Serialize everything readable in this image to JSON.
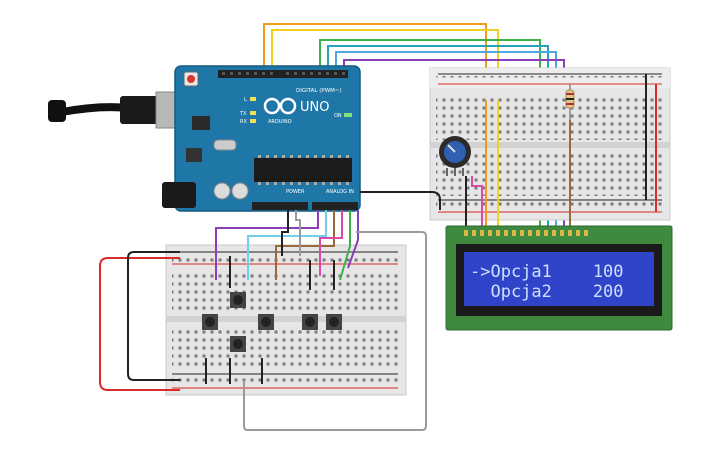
{
  "arduino": {
    "brand": "UNO",
    "logo_text": "ARDUINO",
    "digital_header": "DIGITAL (PWM~)",
    "power_label": "POWER",
    "analog_label": "ANALOG IN",
    "label_l": "L",
    "label_tx": "TX",
    "label_rx": "RX",
    "label_on": "ON"
  },
  "lcd": {
    "line1": "->Opcja1    100",
    "line2": "  Opcja2    200",
    "colors": {
      "board": "#3f8a3f",
      "screen": "#2f44c8",
      "text": "#cfe0ff"
    }
  },
  "colors": {
    "wire_orange": "#f39a16",
    "wire_yellow": "#f2cf1f",
    "wire_green": "#3cb24a",
    "wire_teal": "#27a3b8",
    "wire_blue": "#4ea8e0",
    "wire_purple": "#8a3fb8",
    "wire_red": "#d92b2b",
    "wire_black": "#222222",
    "wire_gray": "#9a9a9a",
    "wire_pink": "#d94aa8",
    "wire_brown": "#9b6a3a",
    "arduino_blue": "#1f77a8"
  }
}
